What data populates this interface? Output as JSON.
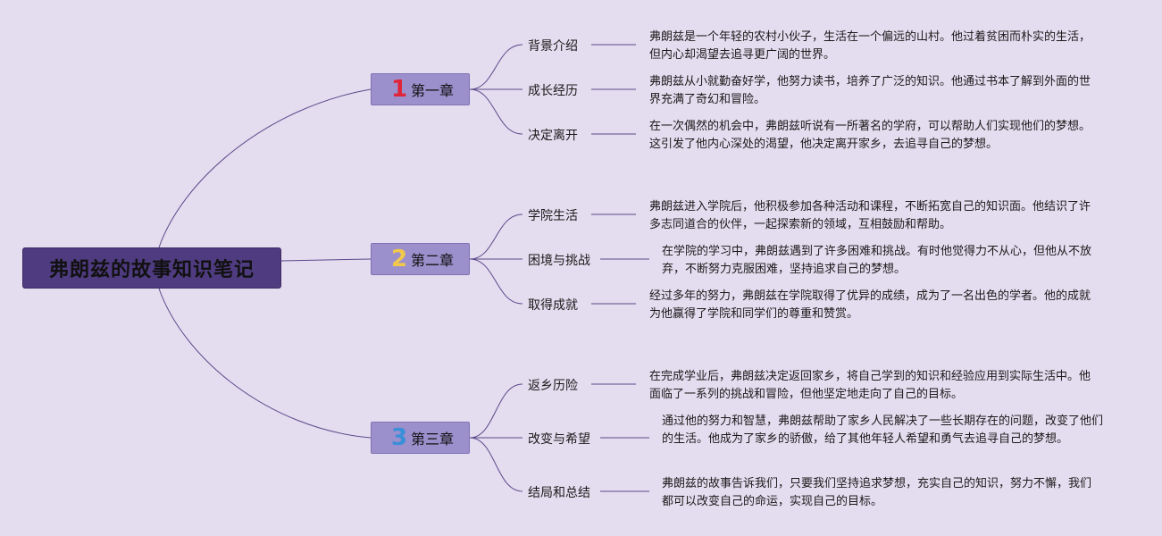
{
  "root": {
    "title": "弗朗兹的故事知识笔记"
  },
  "colors": {
    "background": "#e4dcef",
    "root_fill": "#4f3b80",
    "chapter_fill": "#9b8fcc",
    "line": "#5a4a8a"
  },
  "chapters": [
    {
      "number": "1",
      "number_color": "#e0243a",
      "label": "第一章",
      "topics": [
        {
          "label": "背景介绍",
          "text": "弗朗兹是一个年轻的农村小伙子，生活在一个偏远的山村。他过着贫困而朴实的生活，但内心却渴望去追寻更广阔的世界。"
        },
        {
          "label": "成长经历",
          "text": "弗朗兹从小就勤奋好学，他努力读书，培养了广泛的知识。他通过书本了解到外面的世界充满了奇幻和冒险。"
        },
        {
          "label": "决定离开",
          "text": "在一次偶然的机会中，弗朗兹听说有一所著名的学府，可以帮助人们实现他们的梦想。这引发了他内心深处的渴望，他决定离开家乡，去追寻自己的梦想。"
        }
      ]
    },
    {
      "number": "2",
      "number_color": "#f2c84b",
      "label": "第二章",
      "topics": [
        {
          "label": "学院生活",
          "text": "弗朗兹进入学院后，他积极参加各种活动和课程，不断拓宽自己的知识面。他结识了许多志同道合的伙伴，一起探索新的领域，互相鼓励和帮助。"
        },
        {
          "label": "困境与挑战",
          "text": "在学院的学习中，弗朗兹遇到了许多困难和挑战。有时他觉得力不从心，但他从不放弃，不断努力克服困难，坚持追求自己的梦想。"
        },
        {
          "label": "取得成就",
          "text": "经过多年的努力，弗朗兹在学院取得了优异的成绩，成为了一名出色的学者。他的成就为他赢得了学院和同学们的尊重和赞赏。"
        }
      ]
    },
    {
      "number": "3",
      "number_color": "#3a8fd9",
      "label": "第三章",
      "topics": [
        {
          "label": "返乡历险",
          "text": "在完成学业后，弗朗兹决定返回家乡，将自己学到的知识和经验应用到实际生活中。他面临了一系列的挑战和冒险，但他坚定地走向了自己的目标。"
        },
        {
          "label": "改变与希望",
          "text": "通过他的努力和智慧，弗朗兹帮助了家乡人民解决了一些长期存在的问题，改变了他们的生活。他成为了家乡的骄傲，给了其他年轻人希望和勇气去追寻自己的梦想。"
        },
        {
          "label": "结局和总结",
          "text": "弗朗兹的故事告诉我们，只要我们坚持追求梦想，充实自己的知识，努力不懈，我们都可以改变自己的命运，实现自己的目标。"
        }
      ]
    }
  ]
}
